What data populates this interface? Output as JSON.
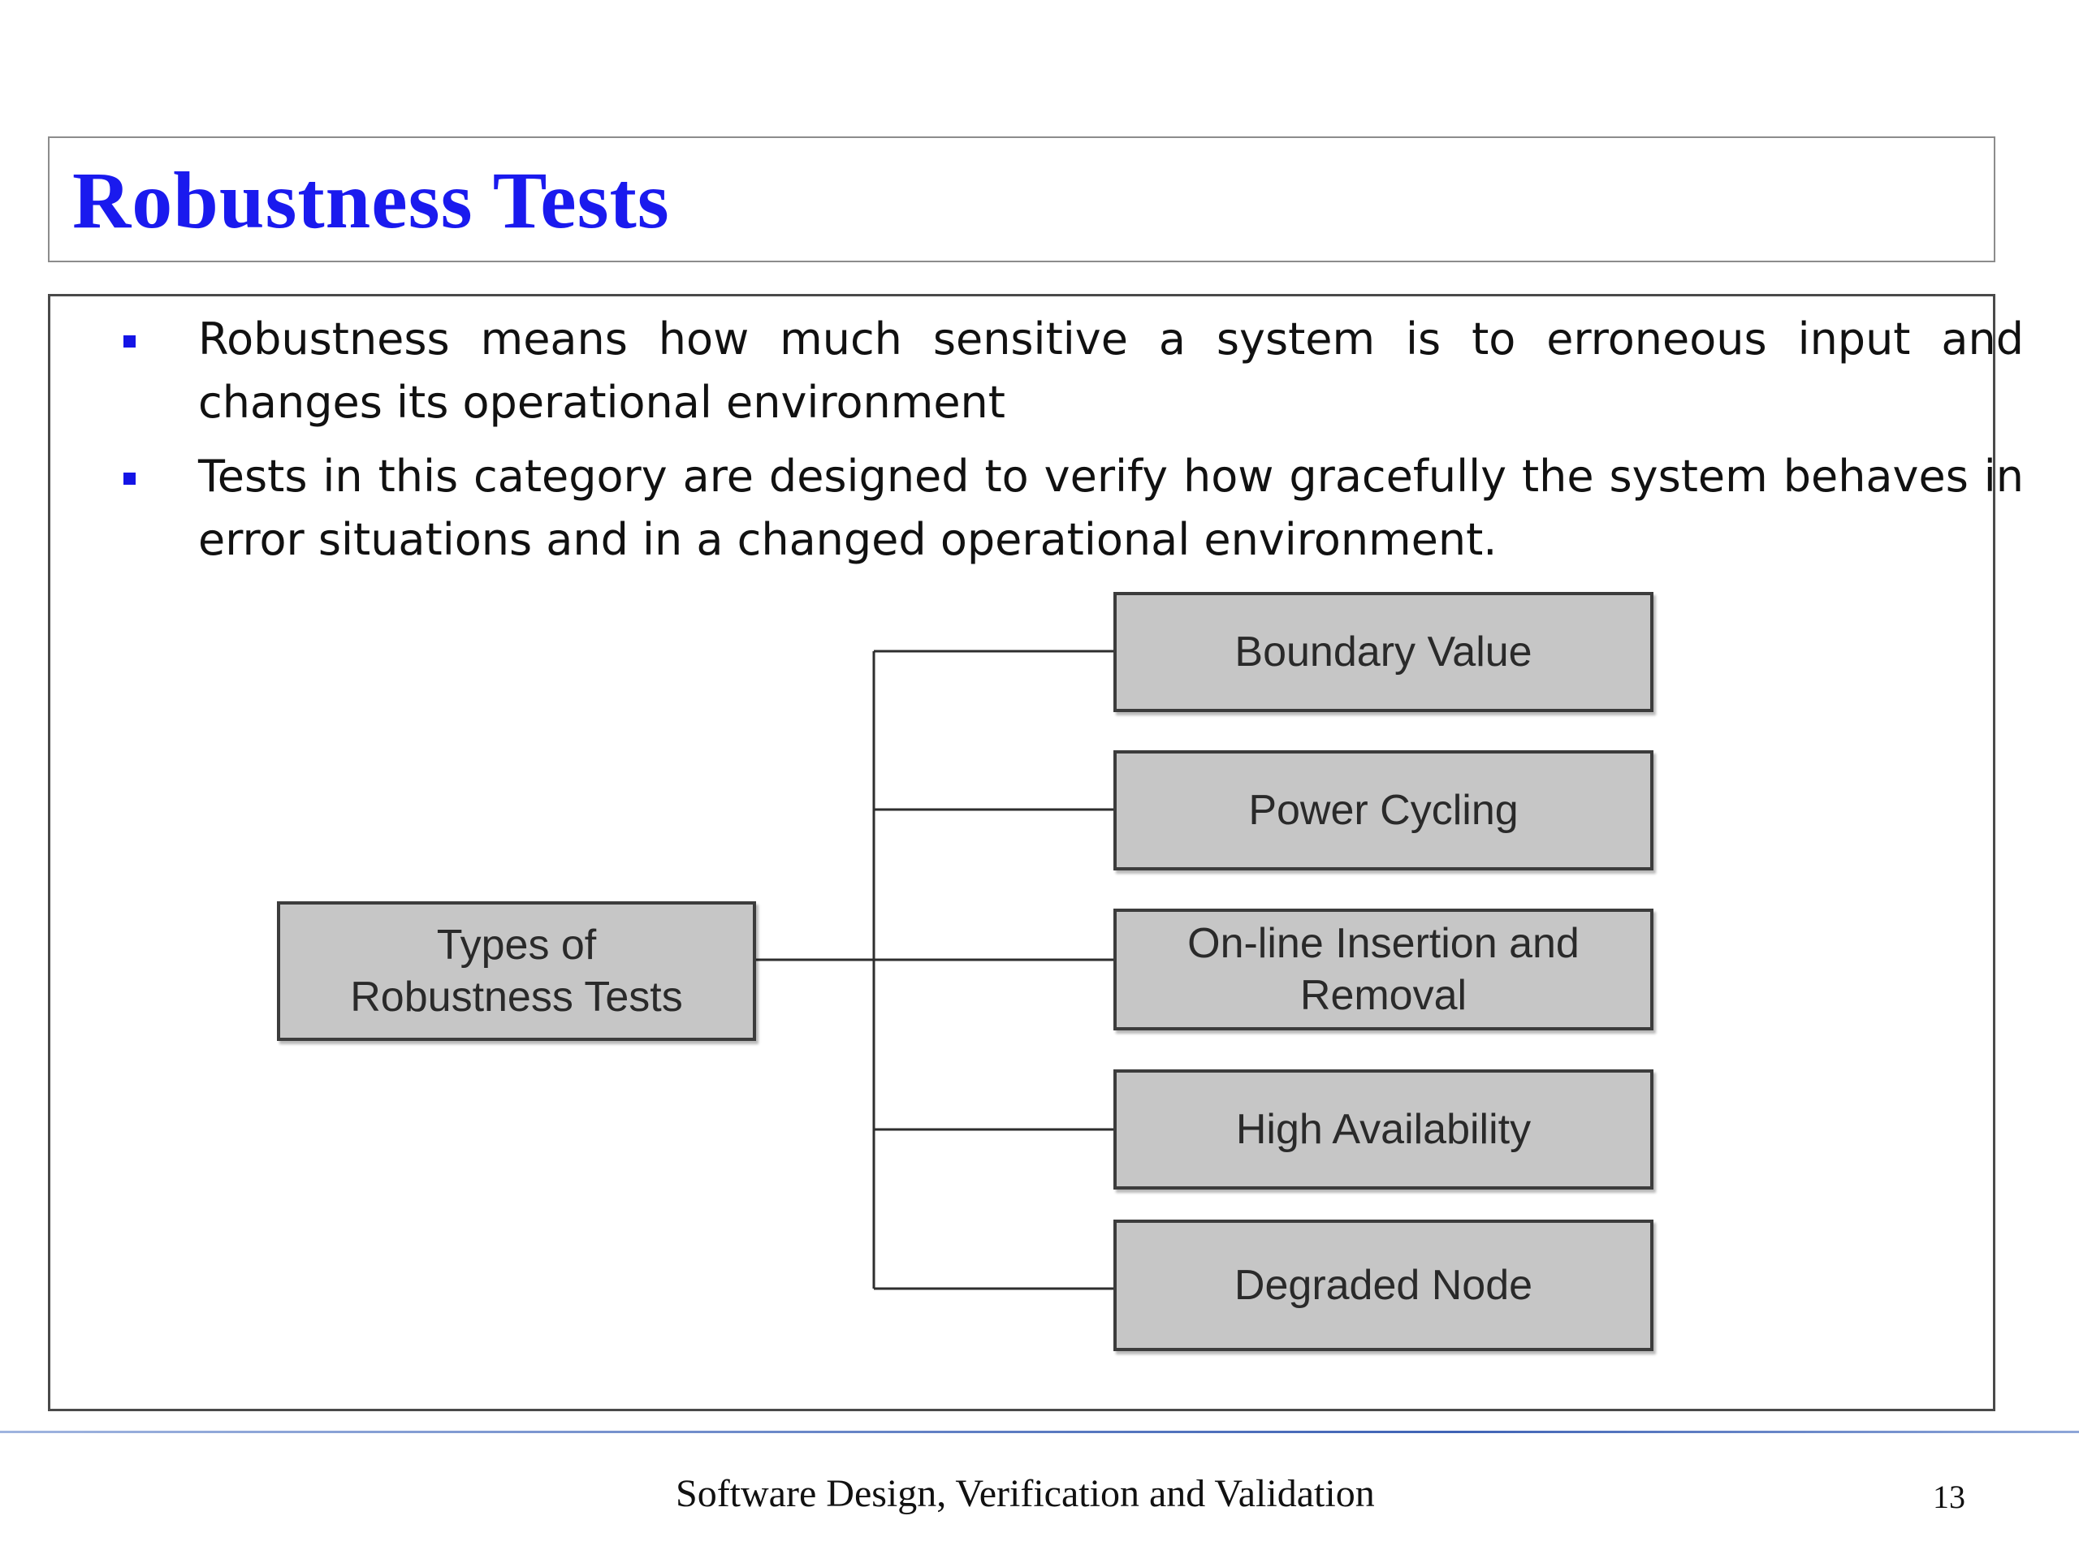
{
  "slide": {
    "title": "Robustness Tests",
    "bullets": [
      "Robustness means how much sensitive a system is to erroneous input and changes its operational environment",
      "Tests in this category are designed to verify how gracefully the system behaves in error situations and in a changed operational environment."
    ],
    "accent_color": "#1a1aee"
  },
  "diagram": {
    "root": {
      "line1": "Types of",
      "line2": "Robustness Tests"
    },
    "children": [
      "Boundary Value",
      "Power Cycling",
      {
        "line1": "On-line Insertion and",
        "line2": "Removal"
      },
      "High Availability",
      "Degraded Node"
    ]
  },
  "footer": {
    "course": "Software Design, Verification and Validation",
    "page_number": "13"
  }
}
